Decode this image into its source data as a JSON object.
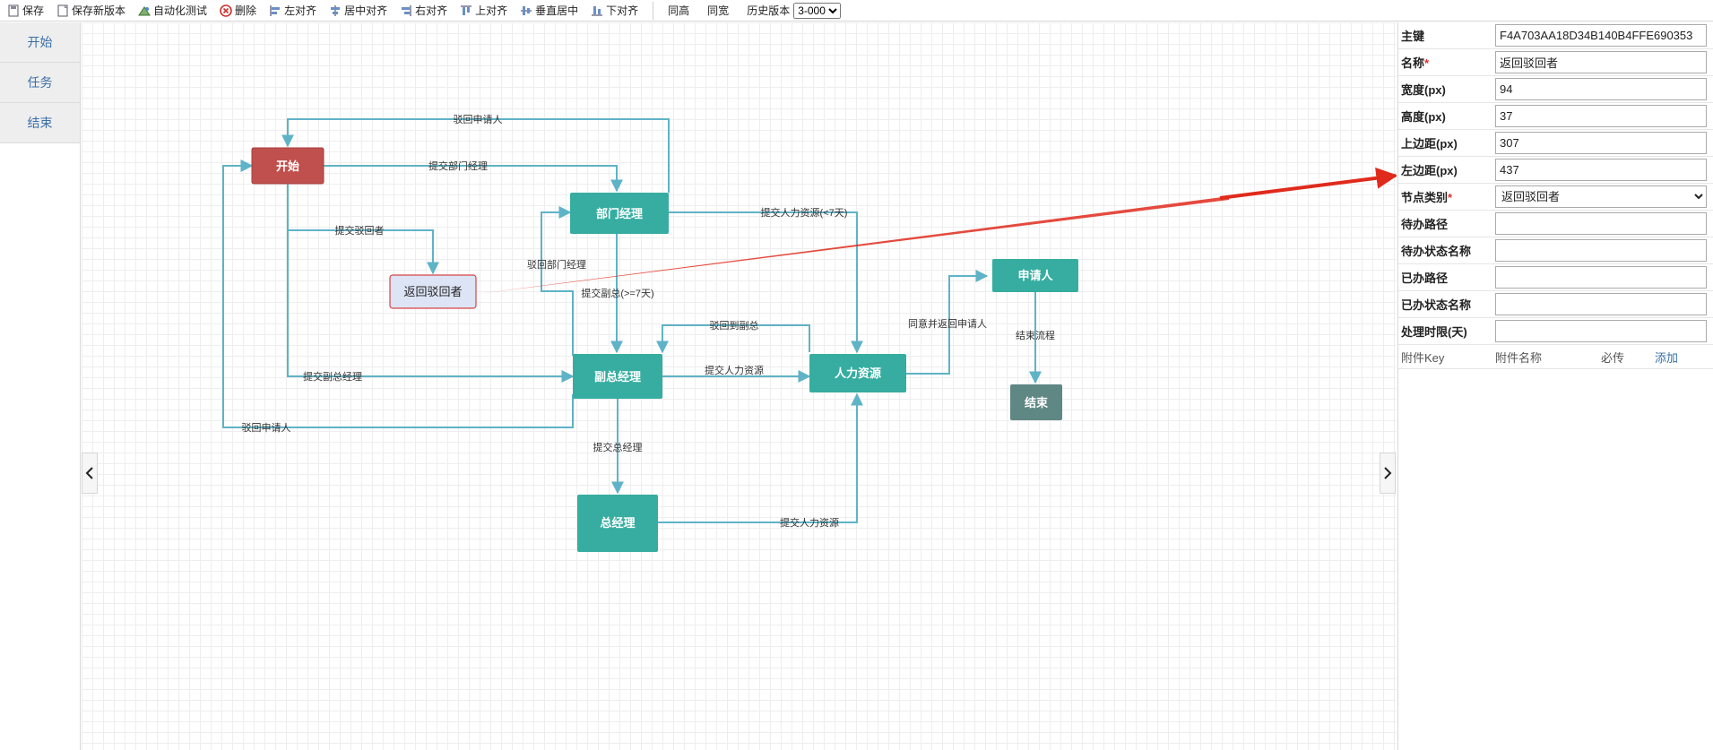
{
  "toolbar": {
    "buttons": [
      {
        "label": "保存",
        "icon": "save-icon"
      },
      {
        "label": "保存新版本",
        "icon": "save-new-icon"
      },
      {
        "label": "自动化测试",
        "icon": "auto-test-icon"
      },
      {
        "label": "删除",
        "icon": "delete-icon"
      },
      {
        "label": "左对齐",
        "icon": "align-left-icon"
      },
      {
        "label": "居中对齐",
        "icon": "align-center-icon"
      },
      {
        "label": "右对齐",
        "icon": "align-right-icon"
      },
      {
        "label": "上对齐",
        "icon": "align-top-icon"
      },
      {
        "label": "垂直居中",
        "icon": "align-middle-icon"
      },
      {
        "label": "下对齐",
        "icon": "align-bottom-icon"
      }
    ],
    "same_height": "同高",
    "same_width": "同宽",
    "history_label": "历史版本",
    "history_value": "3-000"
  },
  "sidebar": {
    "items": [
      "开始",
      "任务",
      "结束"
    ]
  },
  "flow": {
    "nodes": {
      "start": "开始",
      "dept_manager": "部门经理",
      "return_rejecter": "返回驳回者",
      "applicant": "申请人",
      "vice_gm": "副总经理",
      "hr": "人力资源",
      "end": "结束",
      "gm": "总经理"
    },
    "edges": {
      "reject_applicant_top": "驳回申请人",
      "submit_dept": "提交部门经理",
      "submit_hr_lt7": "提交人力资源(<7天)",
      "submit_rejecter": "提交驳回者",
      "reject_dept": "驳回部门经理",
      "submit_vice_ge7": "提交副总(>=7天)",
      "reject_vice": "驳回到副总",
      "agree_return": "同意并返回申请人",
      "end_flow": "结束流程",
      "submit_vice_gm": "提交副总经理",
      "submit_hr_from_vice": "提交人力资源",
      "reject_applicant_bottom": "驳回申请人",
      "submit_gm": "提交总经理",
      "submit_hr_from_gm": "提交人力资源"
    },
    "colors": {
      "start": "#c0504d",
      "task": "#36ada0",
      "end": "#5f8784",
      "selected_fill": "#dde4f5",
      "selected_border": "#d64545",
      "edge": "#5fb3c6",
      "pointer": "#e02a1c"
    }
  },
  "props": {
    "key_label": "主键",
    "key_value": "F4A703AA18D34B140B4FFE690353",
    "name_label": "名称",
    "name_value": "返回驳回者",
    "width_label": "宽度(px)",
    "width_value": "94",
    "height_label": "高度(px)",
    "height_value": "37",
    "top_label": "上边距(px)",
    "top_value": "307",
    "left_label": "左边距(px)",
    "left_value": "437",
    "type_label": "节点类别",
    "type_value": "返回驳回者",
    "todo_path_label": "待办路径",
    "todo_status_label": "待办状态名称",
    "done_path_label": "已办路径",
    "done_status_label": "已办状态名称",
    "time_limit_label": "处理时限(天)",
    "attach_key": "附件Key",
    "attach_name": "附件名称",
    "attach_required": "必传",
    "attach_add": "添加"
  }
}
